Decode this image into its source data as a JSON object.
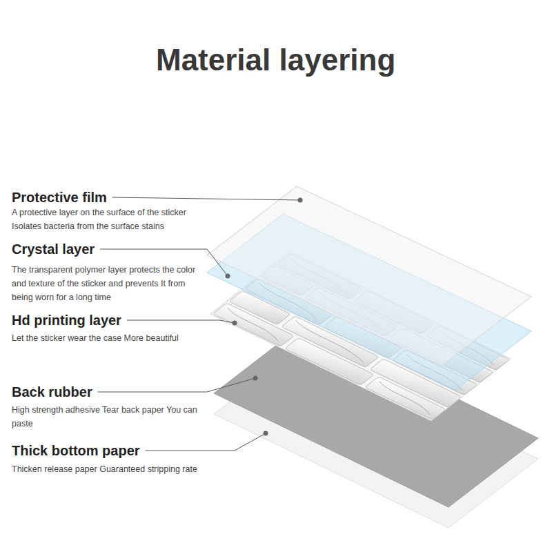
{
  "diagram": {
    "title": "Material layering",
    "labels": [
      "Protective film",
      "A protective layer on the surface of the sticker Isolates bacteria from the surface stains",
      "Crystal layer",
      "The transparent polymer layer protects the color and texture of the sticker and prevents It from being worn for a long time",
      "Hd printing layer",
      "Let the sticker wear the case More beautiful",
      "Back rubber",
      "High strength adhesive Tear back paper You can paste",
      "Thick bottom paper",
      "Thicken release paper Guaranteed stripping rate"
    ]
  }
}
